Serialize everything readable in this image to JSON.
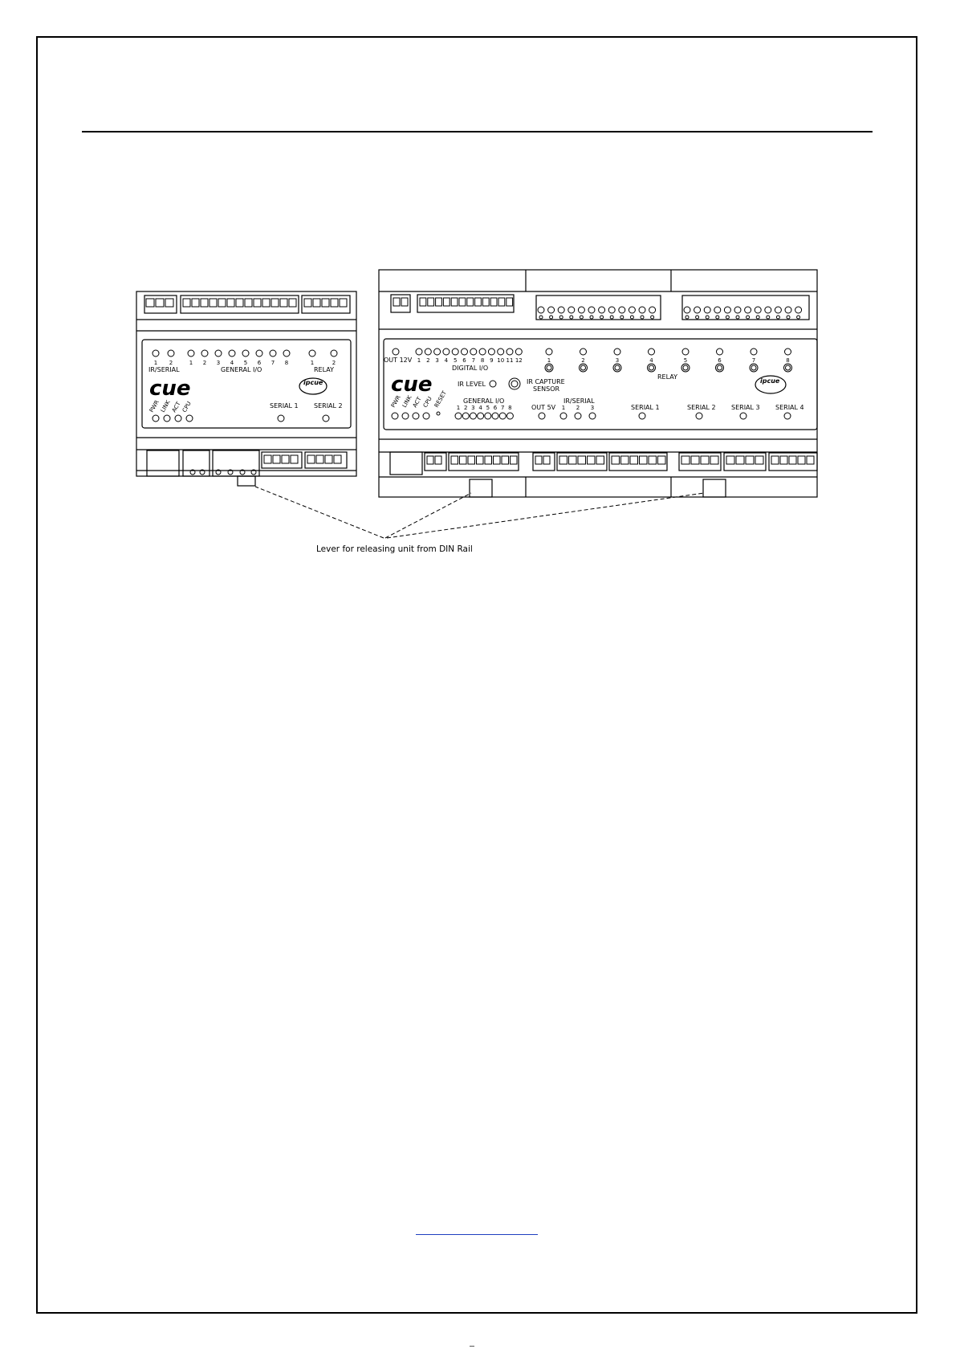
{
  "document": {
    "caption": "Lever for releasing unit from DIN Rail"
  },
  "left_unit": {
    "logo": "cue",
    "ir_serial": {
      "label": "IR/SERIAL",
      "numbers": [
        "1",
        "2"
      ]
    },
    "general_io": {
      "label": "GENERAL I/O",
      "numbers": [
        "1",
        "2",
        "3",
        "4",
        "5",
        "6",
        "7",
        "8"
      ]
    },
    "relay": {
      "label": "RELAY",
      "numbers": [
        "1",
        "2"
      ]
    },
    "status_leds": [
      "PWR",
      "LINK",
      "ACT",
      "CPU"
    ],
    "serial_ports": [
      "SERIAL 1",
      "SERIAL 2"
    ],
    "emblem": "ipcue"
  },
  "right_unit": {
    "logo": "cue",
    "out_12v": "OUT 12V",
    "digital_io": {
      "label": "DIGITAL I/O",
      "numbers": [
        "1",
        "2",
        "3",
        "4",
        "5",
        "6",
        "7",
        "8",
        "9",
        "10",
        "11",
        "12"
      ]
    },
    "relay": {
      "label": "RELAY",
      "numbers": [
        "1",
        "2",
        "3",
        "4",
        "5",
        "6",
        "7",
        "8"
      ]
    },
    "ir_level": "IR LEVEL",
    "ir_capture": {
      "line1": "IR CAPTURE",
      "line2": "SENSOR"
    },
    "status_leds": [
      "PWR",
      "LINK",
      "ACT",
      "CPU",
      "RESET"
    ],
    "general_io": {
      "label": "GENERAL I/O",
      "numbers": [
        "1",
        "2",
        "3",
        "4",
        "5",
        "6",
        "7",
        "8"
      ]
    },
    "out_5v": "OUT 5V",
    "ir_serial": {
      "label": "IR/SERIAL",
      "numbers": [
        "1",
        "2",
        "3"
      ]
    },
    "serial_ports": [
      "SERIAL 1",
      "SERIAL 2",
      "SERIAL 3",
      "SERIAL 4"
    ],
    "emblem": "ipcue"
  }
}
